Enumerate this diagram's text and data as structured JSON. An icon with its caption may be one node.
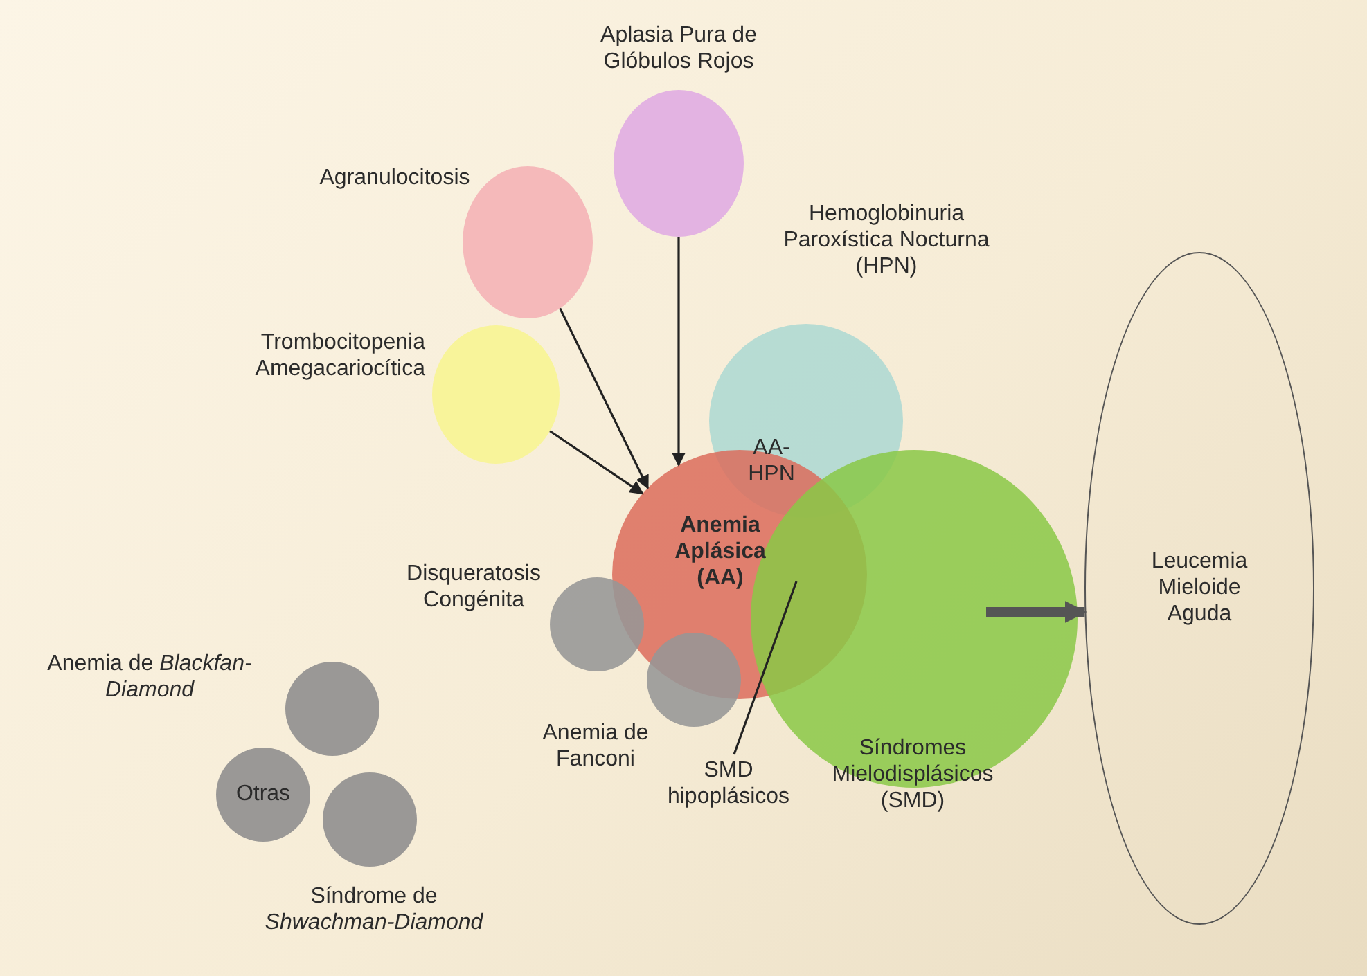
{
  "diagram": {
    "nodes": [
      {
        "text": [
          "Agranulocitosis"
        ]
      },
      {
        "text": [
          "Aplasia Pura de Glóbulos Rojos"
        ]
      },
      {
        "text": [
          "Trombocitopenia Amegacariocítica"
        ]
      },
      {
        "text": [
          "Hemoglobinuria Paroxística Nocturna (HPN)"
        ]
      },
      {
        "text": [
          "Anemia Aplásica (AA)"
        ]
      },
      {
        "text": [
          "Síndromes Mielodisplásicos (SMD)"
        ]
      },
      {
        "text": [
          "Leucemia Mieloide Aguda"
        ]
      },
      {
        "text": [
          "Disqueratosis Congénita"
        ]
      },
      {
        "text": [
          "Anemia de Fanconi"
        ]
      },
      {
        "text": [
          "Anemia de *Blackfan-Diamond*"
        ]
      },
      {
        "text": [
          "Otras"
        ]
      },
      {
        "text": [
          "Síndrome de *Shwachman-Diamond*"
        ]
      },
      {
        "text": [
          "SMD hipoplásicos"
        ]
      }
    ],
    "edges": [
      {
        "from": 0,
        "to": 4,
        "arrow": "to"
      },
      {
        "from": 1,
        "to": 4,
        "arrow": "to"
      },
      {
        "from": 2,
        "to": 4,
        "arrow": "to"
      },
      {
        "from": 5,
        "to": 6,
        "arrow": "to",
        "style": "thick",
        "color": "#555555"
      },
      {
        "from": 12,
        "to": 4,
        "arrow": "none"
      }
    ],
    "labels": [
      "AA- HPN"
    ]
  }
}
